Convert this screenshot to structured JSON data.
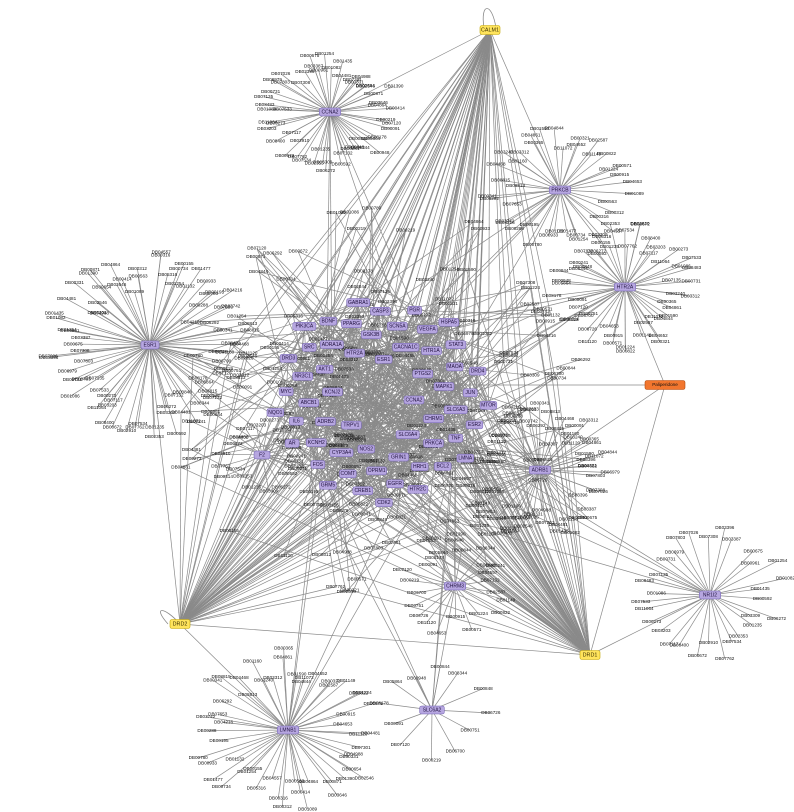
{
  "colors": {
    "edge": "#8a8a8a",
    "leaf": "#dff5d6",
    "hub": "#b6a6e0",
    "anchor": "#ffe45c",
    "drug": "#f2762e"
  },
  "anchors": [
    {
      "id": "CALM1",
      "label": "CALM1"
    },
    {
      "id": "DRD2",
      "label": "DRD2"
    },
    {
      "id": "DRD1",
      "label": "DRD1"
    }
  ],
  "drug": {
    "id": "Paliperidone",
    "label": "Paliperidone"
  },
  "hubs": [
    {
      "id": "CCNA2",
      "label": "CCNA2"
    },
    {
      "id": "TRPV1",
      "label": "TRPV1"
    },
    {
      "id": "ESR1",
      "label": "ESR1"
    },
    {
      "id": "SLC6A4",
      "label": "SLC6A4"
    },
    {
      "id": "KCNJ2",
      "label": "KCNJ2"
    },
    {
      "id": "PTGS2",
      "label": "PTGS2"
    },
    {
      "id": "NOS2",
      "label": "NOS2"
    },
    {
      "id": "HTR2A",
      "label": "HTR2A"
    },
    {
      "id": "CHRM1",
      "label": "CHRM1"
    },
    {
      "id": "ADRB2",
      "label": "ADRB2"
    },
    {
      "id": "CACNA1C",
      "label": "CACNA1C"
    },
    {
      "id": "GRIN1",
      "label": "GRIN1"
    },
    {
      "id": "AKT1",
      "label": "AKT1"
    },
    {
      "id": "MAPK1",
      "label": "MAPK1"
    },
    {
      "id": "CYP3A4",
      "label": "CYP3A4"
    },
    {
      "id": "GSK3B",
      "label": "GSK3B"
    },
    {
      "id": "PRKCA",
      "label": "PRKCA"
    },
    {
      "id": "ABCB1",
      "label": "ABCB1"
    },
    {
      "id": "HTR1A",
      "label": "HTR1A"
    },
    {
      "id": "OPRM1",
      "label": "OPRM1"
    },
    {
      "id": "ADRA1A",
      "label": "ADRA1A"
    },
    {
      "id": "SLC6A3",
      "label": "SLC6A3"
    },
    {
      "id": "KCNH2",
      "label": "KCNH2"
    },
    {
      "id": "SCN5A",
      "label": "SCN5A"
    },
    {
      "id": "HRH1",
      "label": "HRH1"
    },
    {
      "id": "NR3C1",
      "label": "NR3C1"
    },
    {
      "id": "MAOA",
      "label": "MAOA"
    },
    {
      "id": "COMT",
      "label": "COMT"
    },
    {
      "id": "PPARG",
      "label": "PPARG"
    },
    {
      "id": "TNF",
      "label": "TNF"
    },
    {
      "id": "IL6",
      "label": "IL6"
    },
    {
      "id": "VEGFA",
      "label": "VEGFA"
    },
    {
      "id": "EGFR",
      "label": "EGFR"
    },
    {
      "id": "SRC",
      "label": "SRC"
    },
    {
      "id": "JUN",
      "label": "JUN"
    },
    {
      "id": "FOS",
      "label": "FOS"
    },
    {
      "id": "CASP3",
      "label": "CASP3"
    },
    {
      "id": "BCL2",
      "label": "BCL2"
    },
    {
      "id": "MYC",
      "label": "MYC"
    },
    {
      "id": "STAT3",
      "label": "STAT3"
    },
    {
      "id": "CREB1",
      "label": "CREB1"
    },
    {
      "id": "BDNF",
      "label": "BDNF"
    },
    {
      "id": "ESR2",
      "label": "ESR2"
    },
    {
      "id": "AR",
      "label": "AR"
    },
    {
      "id": "PGR",
      "label": "PGR"
    },
    {
      "id": "HTR2C",
      "label": "HTR2C"
    },
    {
      "id": "DRD3",
      "label": "DRD3"
    },
    {
      "id": "DRD4",
      "label": "DRD4"
    },
    {
      "id": "GRM5",
      "label": "GRM5"
    },
    {
      "id": "GABRA1",
      "label": "GABRA1"
    },
    {
      "id": "LMNA",
      "label": "LMNA"
    },
    {
      "id": "NQO1",
      "label": "NQO1"
    },
    {
      "id": "HSPA5",
      "label": "HSPA5"
    },
    {
      "id": "CDK2",
      "label": "CDK2"
    },
    {
      "id": "PIK3CA",
      "label": "PIK3CA"
    },
    {
      "id": "MTOR",
      "label": "MTOR"
    }
  ],
  "outer_hubs": [
    {
      "id": "CCNA2b",
      "label": "CCNA2"
    },
    {
      "id": "PRKCB",
      "label": "PRKCB"
    },
    {
      "id": "ESR1b",
      "label": "ESR1"
    },
    {
      "id": "HTR2Ab",
      "label": "HTR2A"
    },
    {
      "id": "ADRB1",
      "label": "ADRB1"
    },
    {
      "id": "CHRM3",
      "label": "CHRM3"
    },
    {
      "id": "NR1I2",
      "label": "NR1I2"
    },
    {
      "id": "LMNB1",
      "label": "LMNB1"
    },
    {
      "id": "SLC6A2",
      "label": "SLC6A2"
    },
    {
      "id": "F2",
      "label": "F2"
    }
  ],
  "leaf_labels": [
    "DB00219",
    "DB07120",
    "DB00091",
    "DB08178",
    "DB05864",
    "DB00948",
    "DB00844",
    "DB08344",
    "DB00848",
    "DB00241",
    "DB07132",
    "DB00592",
    "DB06272",
    "DB03309",
    "DB01235",
    "DB02353",
    "DB07534",
    "DB07762",
    "DB02910",
    "DB00672",
    "DB08400",
    "DB07117",
    "DB03203",
    "DB00273",
    "DB11064",
    "DB07533",
    "DB01086",
    "DB08483",
    "DB07135",
    "DB00731",
    "DB06979",
    "DB07803",
    "DB07026",
    "DB07308",
    "DB03396",
    "DB03387",
    "DB00675",
    "DB00961",
    "DB01254",
    "DB01082",
    "DB01435",
    "DB04481",
    "DB07301",
    "DB04988",
    "DB00331",
    "DB02546",
    "DB00654",
    "DB01390",
    "DB00871",
    "DB03646",
    "DB04864",
    "DB00414",
    "DB01089",
    "DB00563",
    "DB00312",
    "DB00316",
    "DB04557",
    "DB05316",
    "DB00155",
    "DB01254",
    "DB00734",
    "DB01477",
    "DB01132",
    "DB00933",
    "DB00780",
    "DB00195",
    "DB00288",
    "DB04216",
    "DB03742",
    "DB07653",
    "DB06292",
    "DB00341",
    "DB08813",
    "DB08815",
    "DB04468",
    "DB01160",
    "DB03240",
    "DB03312",
    "DB00365",
    "DB04861",
    "DB01590",
    "DB04844",
    "DB11072",
    "DB04652",
    "DB00321",
    "DB02587",
    "DB01149",
    "DB00822",
    "DB01224",
    "DB00571",
    "DB00915",
    "DB04653",
    "DB11120",
    "DB06726",
    "DB00751",
    "DB06700"
  ]
}
